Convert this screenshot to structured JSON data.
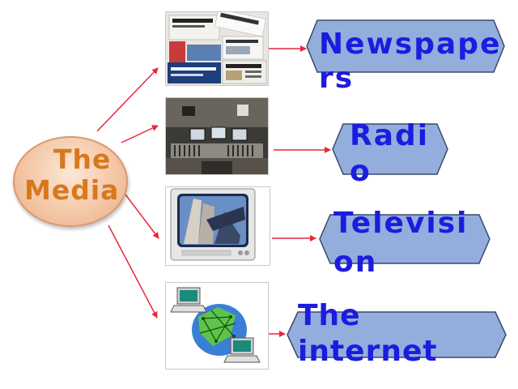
{
  "diagram": {
    "hub": {
      "label": "The Media",
      "color": "#d8781e"
    },
    "branches": [
      {
        "label": "Newspapers",
        "image": "newspapers-icon"
      },
      {
        "label": "Radio",
        "image": "radio-studio-icon"
      },
      {
        "label": "Television",
        "image": "television-icon"
      },
      {
        "label": "The internet",
        "image": "network-globe-icon"
      }
    ],
    "colors": {
      "connector": "#e8273a",
      "box_fill": "#93aedc",
      "box_border": "#3b4a6b",
      "box_text": "#1c1ce0"
    }
  }
}
